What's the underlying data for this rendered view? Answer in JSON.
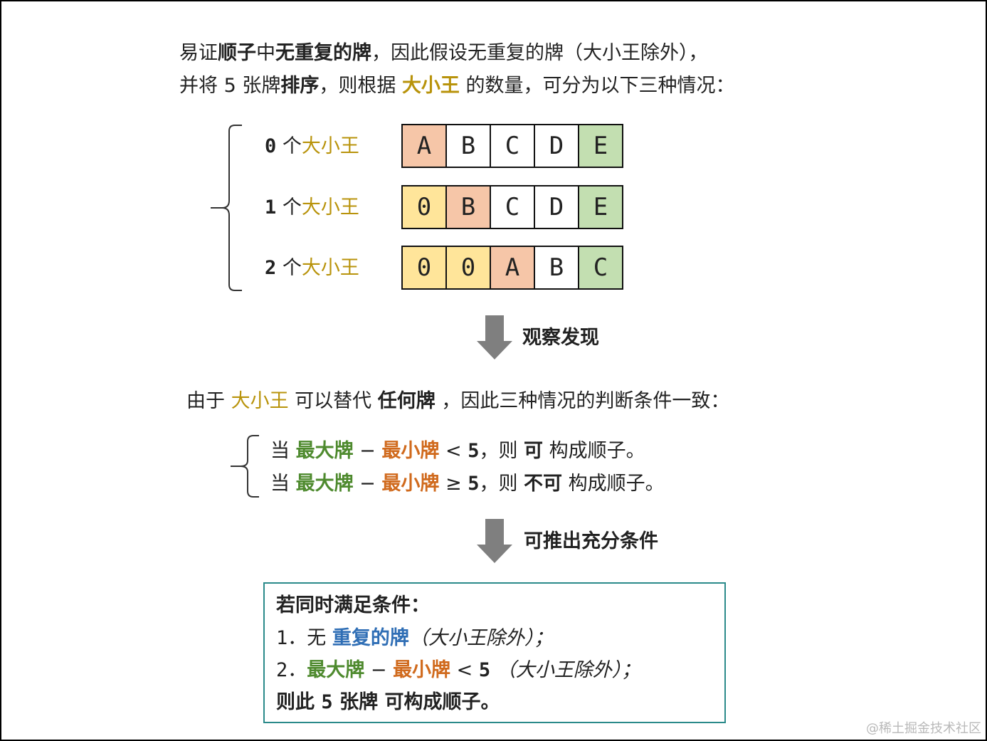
{
  "intro": {
    "line1": {
      "p1": "易证",
      "p2": "顺子",
      "p3": "中",
      "p4": "无重复的牌",
      "p5": "，因此假设无重复的牌（大小王除外），"
    },
    "line2": {
      "p1": "并将 5 张牌",
      "p2": "排序",
      "p3": "，则根据 ",
      "p4": "大小王",
      "p5": " 的数量，可分为以下三种情况："
    }
  },
  "cases": [
    {
      "num": "0",
      "unit": " 个",
      "joker": "大小王",
      "cards": [
        "A",
        "B",
        "C",
        "D",
        "E"
      ],
      "roles": [
        "min",
        "plain",
        "plain",
        "plain",
        "max"
      ]
    },
    {
      "num": "1",
      "unit": " 个",
      "joker": "大小王",
      "cards": [
        "0",
        "B",
        "C",
        "D",
        "E"
      ],
      "roles": [
        "joker",
        "min",
        "plain",
        "plain",
        "max"
      ]
    },
    {
      "num": "2",
      "unit": " 个",
      "joker": "大小王",
      "cards": [
        "0",
        "0",
        "A",
        "B",
        "C"
      ],
      "roles": [
        "joker",
        "joker",
        "min",
        "plain",
        "max"
      ]
    }
  ],
  "arrow1_label": "观察发现",
  "observation": {
    "p1": "由于 ",
    "p2": "大小王",
    "p3": " 可以替代 ",
    "p4": "任何牌",
    "p5": " ，因此三种情况的判断条件一致："
  },
  "conditions": [
    {
      "lead": "当 ",
      "max": "最大牌",
      "minus": " − ",
      "min": "最小牌",
      "op": " < ",
      "num": "5",
      "mid": "，则 ",
      "verdict": "可",
      "tail": " 构成顺子。"
    },
    {
      "lead": "当 ",
      "max": "最大牌",
      "minus": " − ",
      "min": "最小牌",
      "op": " ≥ ",
      "num": "5",
      "mid": "，则 ",
      "verdict": "不可",
      "tail": " 构成顺子。"
    }
  ],
  "arrow2_label": "可推出充分条件",
  "conclusion": {
    "title": "若同时满足条件：",
    "item1": {
      "idx": "1．",
      "pre": "无 ",
      "key": "重复的牌",
      "note": "（大小王除外）；"
    },
    "item2": {
      "idx": "2．",
      "max": "最大牌",
      "minus": " − ",
      "min": "最小牌",
      "op": " < ",
      "num": "5",
      "note": " （大小王除外）；"
    },
    "result": {
      "p1": "则此 ",
      "num": "5",
      "p2": " 张牌 ",
      "p3": "可构成顺子。"
    }
  },
  "watermark": "@稀土掘金技术社区",
  "colors": {
    "joker_text": "#b8930b",
    "max_text": "#4e8a2e",
    "min_text": "#d06a1d",
    "dup_text": "#2f6eb5",
    "joker_card": "#ffe59a",
    "min_card": "#f6c6a8",
    "max_card": "#c3dfb1",
    "box_border": "#2a8a8a",
    "arrow": "#7f7f7f"
  }
}
